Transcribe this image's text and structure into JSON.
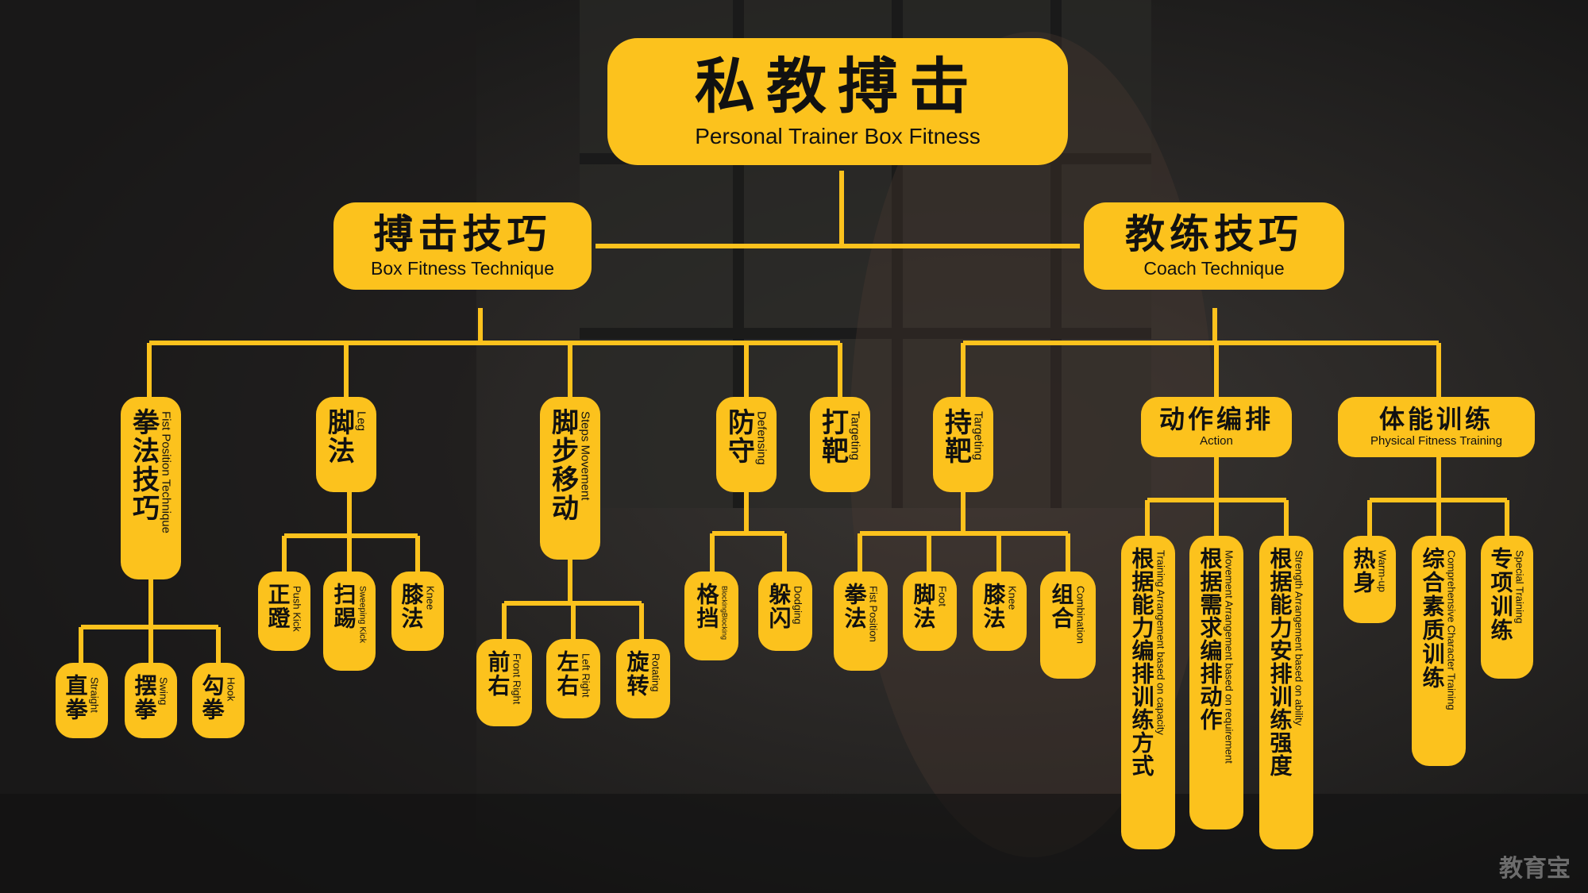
{
  "colors": {
    "accent": "#fcc21d",
    "text": "#111111",
    "background": "#1a1a1a"
  },
  "title": {
    "zh": "私教搏击",
    "en": "Personal Trainer Box Fitness"
  },
  "branches": {
    "box": {
      "zh": "搏击技巧",
      "en": "Box Fitness Technique"
    },
    "coach": {
      "zh": "教练技巧",
      "en": "Coach Technique"
    }
  },
  "level2": {
    "fist": {
      "zh": "拳法技巧",
      "en": "Fist Position Technique"
    },
    "leg": {
      "zh": "脚法",
      "en": "Leg"
    },
    "steps": {
      "zh": "脚步移动",
      "en": "Steps Movement"
    },
    "defense": {
      "zh": "防守",
      "en": "Defensing"
    },
    "target": {
      "zh": "打靶",
      "en": "Targeting"
    },
    "hold": {
      "zh": "持靶",
      "en": "Targeting"
    },
    "action": {
      "zh": "动作编排",
      "en": "Action"
    },
    "physical": {
      "zh": "体能训练",
      "en": "Physical Fitness Training"
    }
  },
  "level3": {
    "straight": {
      "zh": "直拳",
      "en": "Straight"
    },
    "swing": {
      "zh": "摆拳",
      "en": "Swing"
    },
    "hook": {
      "zh": "勾拳",
      "en": "Hook"
    },
    "pushkick": {
      "zh": "正蹬",
      "en": "Push Kick"
    },
    "sweep": {
      "zh": "扫踢",
      "en": "Sweeping Kick"
    },
    "knee": {
      "zh": "膝法",
      "en": "Knee"
    },
    "frontright": {
      "zh": "前右",
      "en": "Front Right"
    },
    "leftright": {
      "zh": "左右",
      "en": "Left Right"
    },
    "rotating": {
      "zh": "旋转",
      "en": "Rotating"
    },
    "blocking": {
      "zh": "格挡",
      "en": "BlockingBlocking"
    },
    "dodging": {
      "zh": "躲闪",
      "en": "Dodging"
    },
    "fistpos": {
      "zh": "拳法",
      "en": "Fist Position"
    },
    "foot": {
      "zh": "脚法",
      "en": "Foot"
    },
    "knee2": {
      "zh": "膝法",
      "en": "Knee"
    },
    "combo": {
      "zh": "组合",
      "en": "Combination"
    },
    "capacity": {
      "zh": "根据能力编排训练方式",
      "en": "Training Arrangement based on capacity"
    },
    "requirement": {
      "zh": "根据需求编排动作",
      "en": "Movement Arrangement based on requirement"
    },
    "ability": {
      "zh": "根据能力安排训练强度",
      "en": "Strength Arrangement based on ability"
    },
    "warmup": {
      "zh": "热身",
      "en": "Warm-up"
    },
    "comprehensive": {
      "zh": "综合素质训练",
      "en": "Comprehensive Character Training"
    },
    "special": {
      "zh": "专项训练",
      "en": "Special Training"
    }
  },
  "watermark": "教育宝"
}
